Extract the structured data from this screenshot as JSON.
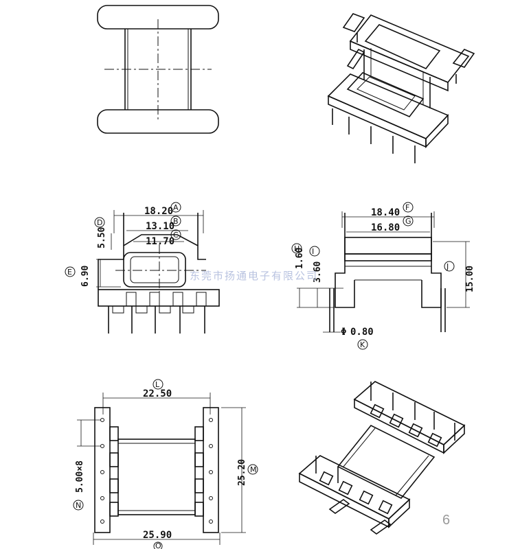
{
  "watermark": "东莞市扬通电子有限公司",
  "page_number": "6",
  "views": {
    "front": {
      "dims": [
        {
          "id": "A",
          "value": "18.20"
        },
        {
          "id": "B",
          "value": "13.10"
        },
        {
          "id": "C",
          "value": "11.70"
        },
        {
          "id": "D",
          "value": "5.50"
        },
        {
          "id": "E",
          "value": "6.90"
        }
      ]
    },
    "side": {
      "dims": [
        {
          "id": "F",
          "value": "18.40"
        },
        {
          "id": "G",
          "value": "16.80"
        },
        {
          "id": "H",
          "value": "1.60"
        },
        {
          "id": "I",
          "value": "3.60"
        },
        {
          "id": "J",
          "value": "15.00"
        },
        {
          "id": "K",
          "value": "0.80",
          "prefix": "Φ"
        }
      ]
    },
    "bottom": {
      "dims": [
        {
          "id": "L",
          "value": "22.50"
        },
        {
          "id": "M",
          "value": "25.20"
        },
        {
          "id": "N",
          "value": "5.00×8"
        },
        {
          "id": "O",
          "value": "25.90"
        }
      ]
    }
  }
}
